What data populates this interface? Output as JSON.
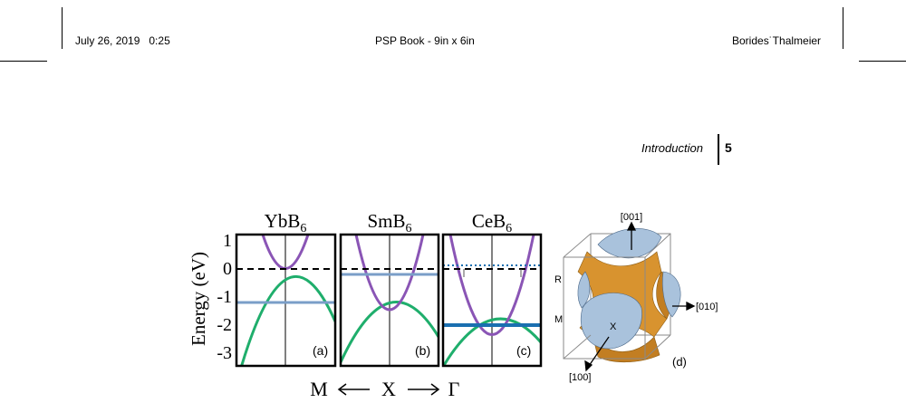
{
  "header": {
    "date_time": "July 26, 2019   0:25",
    "book": "PSP Book - 9in x 6in",
    "author": "Borides˙Thalmeier"
  },
  "running_head": {
    "section": "Introduction",
    "page_number": "5"
  },
  "figure": {
    "y_axis_label": "Energy (eV)",
    "y_ticks": [
      "1",
      "0",
      "-1",
      "-2",
      "-3"
    ],
    "x_path": {
      "left": "M",
      "center": "X",
      "right": "Γ"
    },
    "panels": [
      {
        "compound": "YbB",
        "subscript": "6",
        "tag": "(a)"
      },
      {
        "compound": "SmB",
        "subscript": "6",
        "tag": "(b)"
      },
      {
        "compound": "CeB",
        "subscript": "6",
        "tag": "(c)"
      }
    ],
    "fermi_surface": {
      "tag": "(d)",
      "axis_001": "[001]",
      "axis_010": "[010]",
      "axis_100": "[100]",
      "point_R": "R",
      "point_M": "M",
      "point_X": "X"
    },
    "colors": {
      "conduction_band": "#8a55b5",
      "valence_band": "#1fae6c",
      "f_level_light": "#7a9ec8",
      "f_level_dark": "#1a6fb0",
      "fermi_orange": "#d8932f",
      "fermi_blue": "#a9c2dc"
    }
  }
}
